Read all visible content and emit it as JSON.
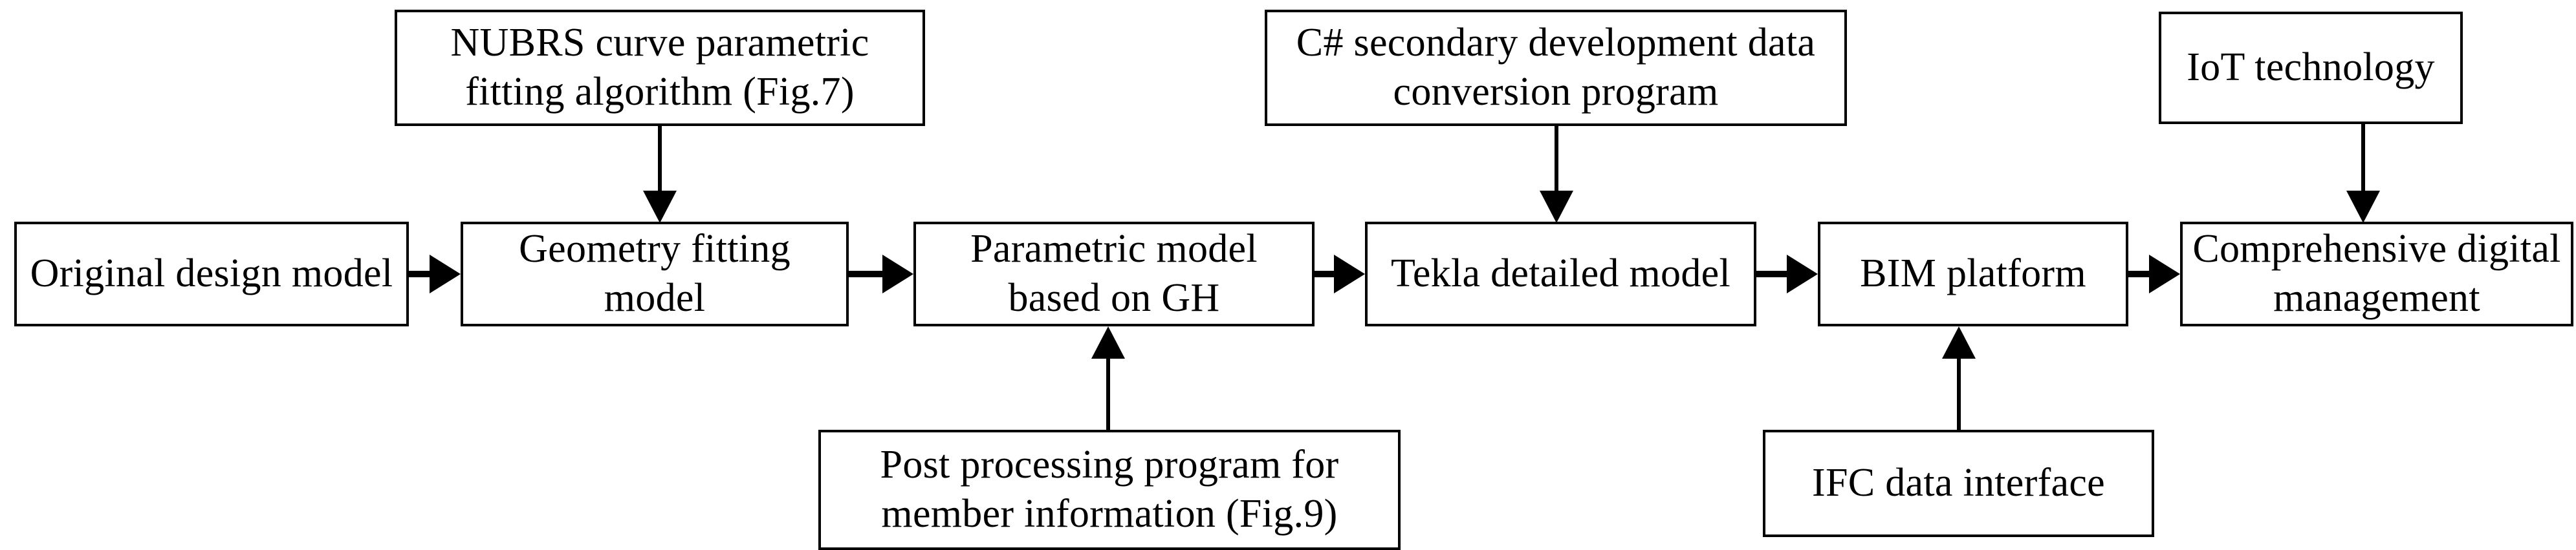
{
  "diagram": {
    "type": "flowchart",
    "orientation": "left-to-right",
    "background_color": "#ffffff",
    "line_color": "#000000",
    "text_color": "#000000",
    "nodes": [
      {
        "id": "original-design-model",
        "label": "Original design model",
        "row": "main",
        "order": 1
      },
      {
        "id": "geometry-fitting-model",
        "label": "Geometry fitting model",
        "row": "main",
        "order": 2
      },
      {
        "id": "parametric-model-gh",
        "label": "Parametric model based on GH",
        "row": "main",
        "order": 3
      },
      {
        "id": "tekla-detailed-model",
        "label": "Tekla detailed model",
        "row": "main",
        "order": 4
      },
      {
        "id": "bim-platform",
        "label": "BIM platform",
        "row": "main",
        "order": 5
      },
      {
        "id": "comprehensive-digital-mgmt",
        "label": "Comprehensive digital management",
        "row": "main",
        "order": 6
      },
      {
        "id": "nubrs-fitting-algorithm",
        "label": "NUBRS curve parametric fitting algorithm (Fig.7)",
        "row": "top",
        "order": 1
      },
      {
        "id": "csharp-data-conversion",
        "label": "C# secondary development data conversion program",
        "row": "top",
        "order": 2
      },
      {
        "id": "iot-technology",
        "label": "IoT technology",
        "row": "top",
        "order": 3
      },
      {
        "id": "post-processing-program",
        "label": "Post processing program for member information (Fig.9)",
        "row": "bottom",
        "order": 1
      },
      {
        "id": "ifc-data-interface",
        "label": "IFC data interface",
        "row": "bottom",
        "order": 2
      }
    ],
    "edges": [
      {
        "from": "original-design-model",
        "to": "geometry-fitting-model",
        "direction": "right"
      },
      {
        "from": "geometry-fitting-model",
        "to": "parametric-model-gh",
        "direction": "right"
      },
      {
        "from": "parametric-model-gh",
        "to": "tekla-detailed-model",
        "direction": "right"
      },
      {
        "from": "tekla-detailed-model",
        "to": "bim-platform",
        "direction": "right"
      },
      {
        "from": "bim-platform",
        "to": "comprehensive-digital-mgmt",
        "direction": "right"
      },
      {
        "from": "nubrs-fitting-algorithm",
        "to": "geometry-fitting-model",
        "direction": "down"
      },
      {
        "from": "csharp-data-conversion",
        "to": "tekla-detailed-model",
        "direction": "down"
      },
      {
        "from": "iot-technology",
        "to": "comprehensive-digital-mgmt",
        "direction": "down"
      },
      {
        "from": "post-processing-program",
        "to": "parametric-model-gh",
        "direction": "up"
      },
      {
        "from": "ifc-data-interface",
        "to": "bim-platform",
        "direction": "up"
      }
    ]
  }
}
